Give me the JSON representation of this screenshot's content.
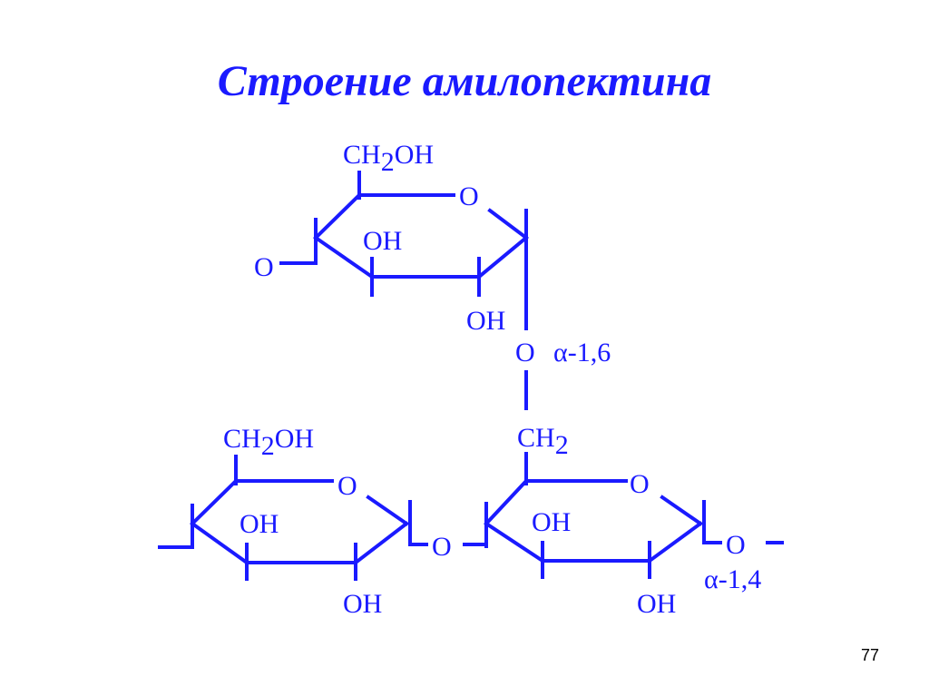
{
  "slide": {
    "title": "Строение амилопектина",
    "page_number": "77"
  },
  "structure": {
    "ring_oxygen": "O",
    "hydroxyl": "OH",
    "ch2oh_prefix": "CH",
    "ch2oh_subscript": "2",
    "ch2oh_suffix": "OH",
    "ch2_prefix": "CH",
    "ch2_subscript": "2",
    "bridge_oxygen": "O",
    "alpha_1_6_symbol": "α",
    "alpha_1_6_label": "-1,6",
    "alpha_1_4_symbol": "α",
    "alpha_1_4_label": "-1,4"
  },
  "colors": {
    "structure": "#1a1aff",
    "page_number": "#000000",
    "background": "#ffffff"
  }
}
